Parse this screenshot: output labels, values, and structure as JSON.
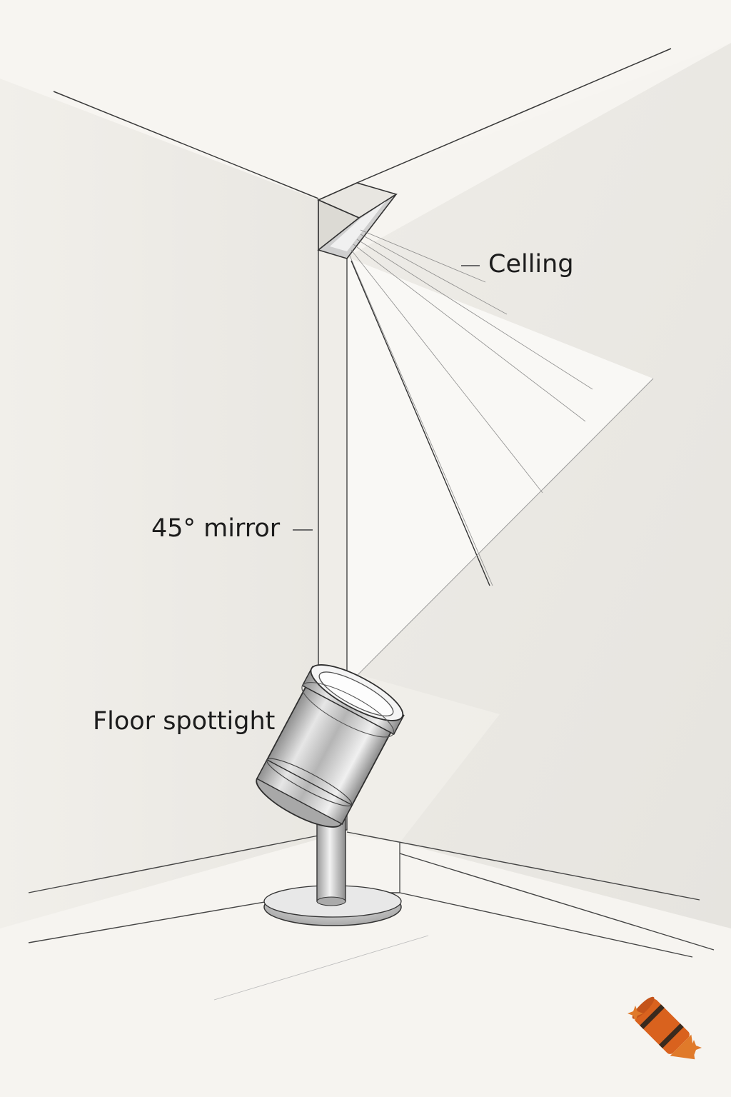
{
  "labels": {
    "ceiling": "Celling",
    "mirror": "45° mirror",
    "spotlight": "Floor spottight"
  },
  "colors": {
    "paper": "#f6f4f0",
    "pencil": "#3a3a3a",
    "beam": "#fbfaf7",
    "logo": "#e07a2a"
  },
  "icons": {
    "logo": "crayon-logo-icon"
  }
}
